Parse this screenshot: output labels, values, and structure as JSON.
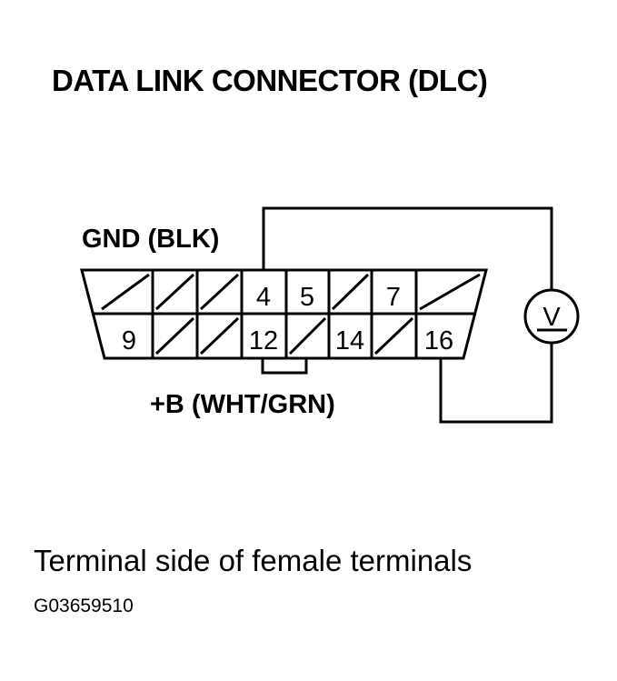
{
  "diagram": {
    "title": "DATA LINK CONNECTOR (DLC)",
    "gnd_label": "GND (BLK)",
    "plus_b_label": "+B (WHT/GRN)",
    "caption": "Terminal side of female terminals",
    "figure_code": "G03659510",
    "meter_symbol": "V",
    "pins": {
      "p4": "4",
      "p5": "5",
      "p7": "7",
      "p9": "9",
      "p12": "12",
      "p14": "14",
      "p16": "16"
    }
  }
}
